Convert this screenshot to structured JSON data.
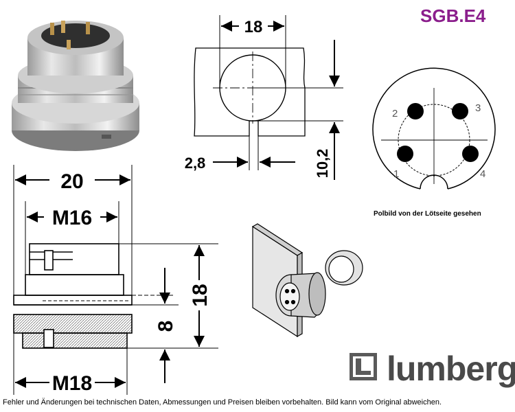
{
  "product_code": "SGB.E4",
  "brand": "lumberg",
  "pin_diagram": {
    "caption": "Polbild von der Lötseite gesehen",
    "pins": [
      "1",
      "2",
      "3",
      "4"
    ]
  },
  "dimensions": {
    "overall_width": "20",
    "thread_upper": "M16",
    "thread_lower": "M18",
    "height": "18",
    "flange_height": "8",
    "cutout_width": "18",
    "cutout_height": "10,2",
    "notch_width": "2,8"
  },
  "disclaimer": "Fehler und Änderungen bei technischen Daten, Abmessungen und Preisen bleiben vorbehalten. Bild kann vom Original abweichen.",
  "colors": {
    "code": "#8b1e8c",
    "brand": "#4a4a4a",
    "line": "#000000"
  }
}
